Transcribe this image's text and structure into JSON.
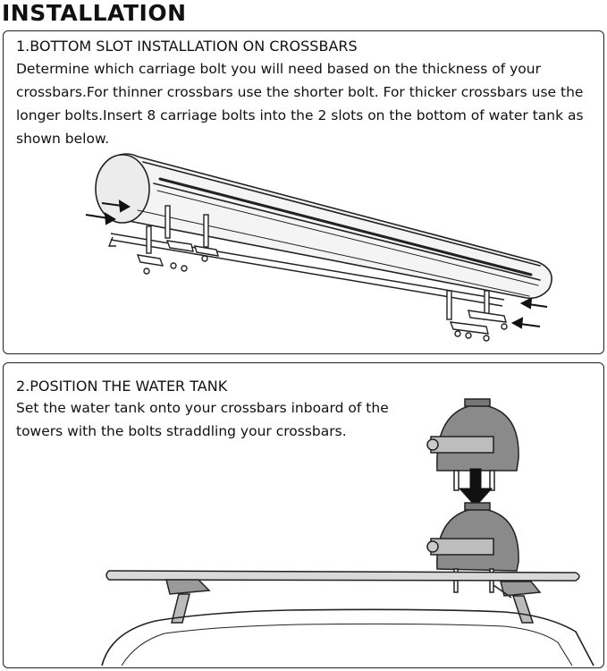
{
  "page": {
    "title": "INSTALLATION"
  },
  "steps": [
    {
      "heading": "1.BOTTOM SLOT INSTALLATION ON CROSSBARS",
      "body": "Determine which carriage bolt you will need based on the thickness of your crossbars.For thinner crossbars use the shorter bolt. For thicker crossbars use the longer bolts.Insert 8 carriage bolts into the 2 slots on the bottom of water tank as shown below."
    },
    {
      "heading": "2.POSITION THE WATER TANK",
      "body": "Set the water tank onto your crossbars inboard of the towers with the bolts straddling your crossbars."
    }
  ],
  "illustrations": {
    "step1": "tank-bottom-slot-bolts-drawing",
    "step2": "tank-on-crossbar-drawing",
    "arrow_icon": "arrow-icon"
  }
}
